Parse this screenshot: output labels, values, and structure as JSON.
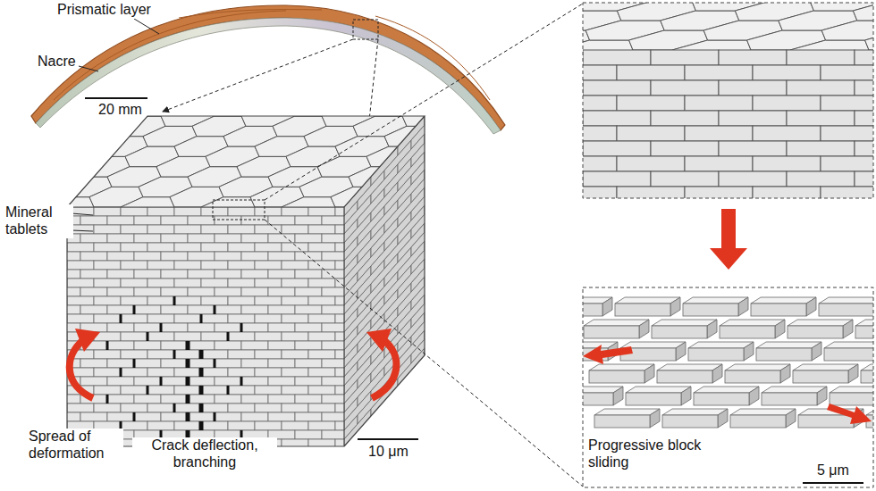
{
  "diagram": {
    "labels": [
      "Prismatic layer",
      "Nacre",
      "20 mm",
      "Mineral tablets",
      "Spread of deformation",
      "Crack deflection, branching",
      "10 μm",
      "Progressive block sliding",
      "5 μm"
    ]
  }
}
